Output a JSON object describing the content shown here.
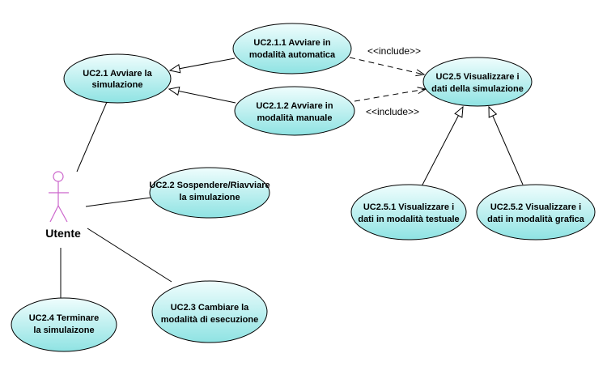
{
  "actor": {
    "name": "Utente"
  },
  "use_cases": {
    "uc21": [
      "UC2.1 Avviare la",
      "simulazione"
    ],
    "uc211": [
      "UC2.1.1 Avviare in",
      "modalità automatica"
    ],
    "uc212": [
      "UC2.1.2 Avviare in",
      "modalità manuale"
    ],
    "uc25": [
      "UC2.5 Visualizzare i",
      "dati della simulazione"
    ],
    "uc22": [
      "UC2.2 Sospendere/Riavviare",
      "la simulazione"
    ],
    "uc23": [
      "UC2.3 Cambiare la",
      "modalità di esecuzione"
    ],
    "uc24": [
      "UC2.4 Terminare",
      "la simulaizone"
    ],
    "uc251": [
      "UC2.5.1 Visualizzare i",
      "dati in modalità testuale"
    ],
    "uc252": [
      "UC2.5.2 Visualizzare i",
      "dati in modalità grafica"
    ]
  },
  "relations": {
    "include_1": "<<include>>",
    "include_2": "<<include>>"
  },
  "colors": {
    "usecase_fill_top": "#eafcfc",
    "usecase_fill_bottom": "#8fe6e6",
    "actor_stroke": "#cc66cc",
    "line": "#000000"
  }
}
